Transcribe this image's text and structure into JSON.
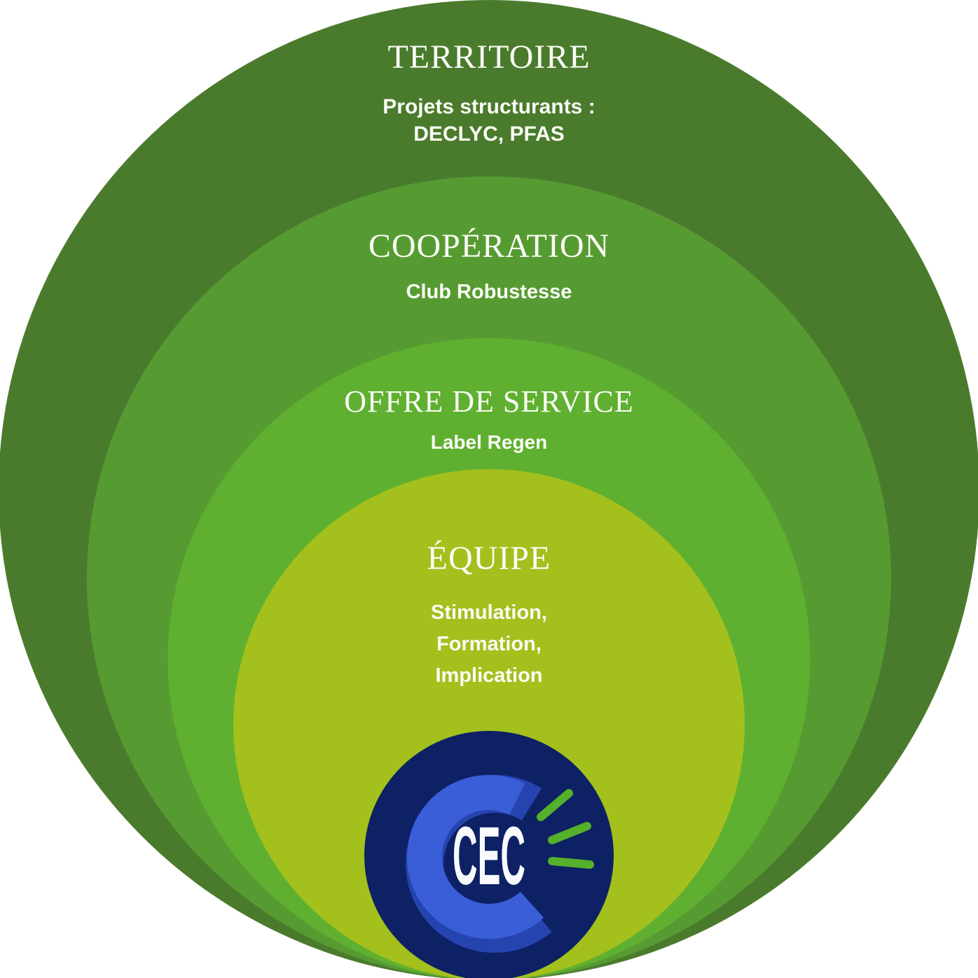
{
  "diagram": {
    "type": "nested-circles",
    "background_color": "#ffffff",
    "text_color": "#fbfcf6",
    "rings": [
      {
        "title": "TERRITOIRE",
        "lines": [
          "Projets structurants :",
          "DECLYC, PFAS"
        ],
        "color": "#4a7b2c"
      },
      {
        "title": "COOPÉRATION",
        "lines": [
          "Club Robustesse"
        ],
        "color": "#569b32"
      },
      {
        "title": "OFFRE DE SERVICE",
        "lines": [
          "Label Regen"
        ],
        "color": "#5fb030"
      },
      {
        "title": "ÉQUIPE",
        "lines": [
          "Stimulation,",
          "Formation,",
          "Implication"
        ],
        "color": "#a3c01d"
      }
    ],
    "logo": {
      "text": "CEC",
      "colors": {
        "disc": "#0d2164",
        "c_arc": "#3a5ed8",
        "c_arc_shadow": "#2544af",
        "sparks": "#55b02c",
        "text": "#f8fafc"
      }
    }
  }
}
